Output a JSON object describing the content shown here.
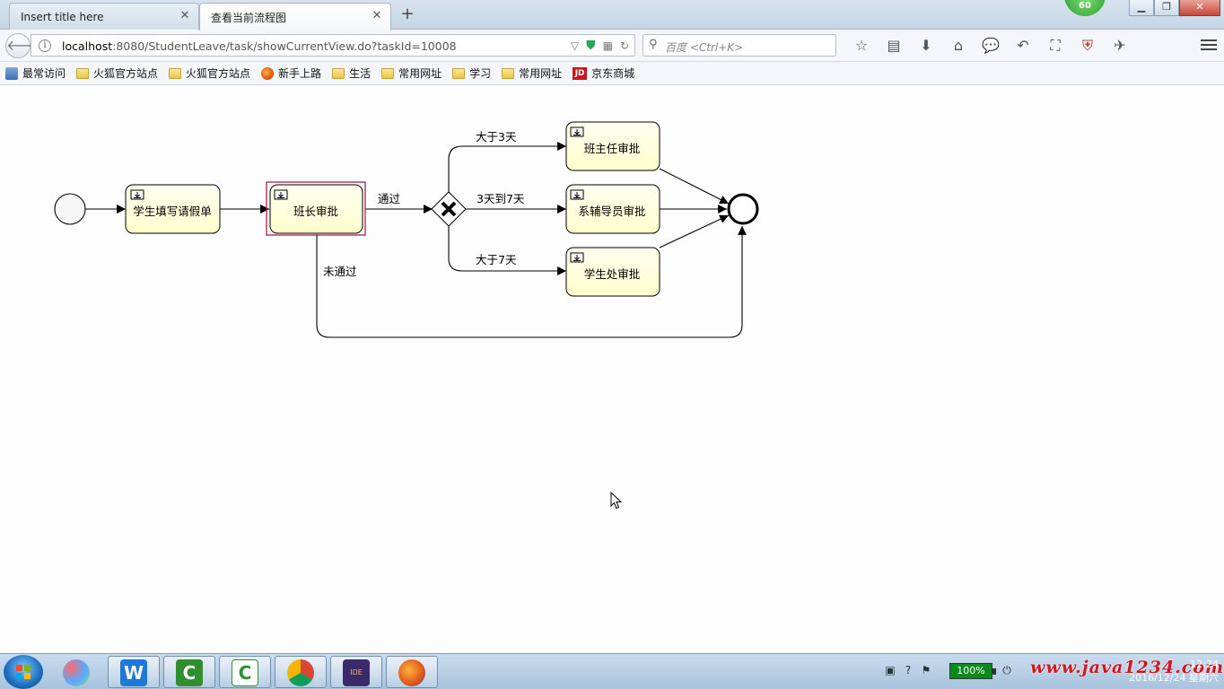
{
  "tabs": [
    {
      "title": "Insert title here",
      "active": false
    },
    {
      "title": "查看当前流程图",
      "active": true
    }
  ],
  "badge": "60",
  "nav": {
    "url_host": "localhost",
    "url_path": ":8080/StudentLeave/task/showCurrentView.do?taskId=10008",
    "search_placeholder": "百度 <Ctrl+K>"
  },
  "bookmarks": [
    {
      "label": "最常访问",
      "icon": "bookmark-star-icon"
    },
    {
      "label": "火狐官方站点",
      "icon": "folder-icon"
    },
    {
      "label": "火狐官方站点",
      "icon": "folder-icon"
    },
    {
      "label": "新手上路",
      "icon": "firefox-icon"
    },
    {
      "label": "生活",
      "icon": "folder-icon"
    },
    {
      "label": "常用网址",
      "icon": "folder-icon"
    },
    {
      "label": "学习",
      "icon": "folder-icon"
    },
    {
      "label": "常用网址",
      "icon": "folder-icon"
    },
    {
      "label": "京东商城",
      "icon": "jd-icon"
    }
  ],
  "diagram": {
    "tasks": {
      "fill_request": "学生填写请假单",
      "monitor_approval": "班长审批",
      "headteacher_approval": "班主任审批",
      "counselor_approval": "系辅导员审批",
      "student_office_approval": "学生处审批"
    },
    "flows": {
      "pass": "通过",
      "not_pass": "未通过",
      "gt3": "大于3天",
      "3to7": "3天到7天",
      "gt7": "大于7天"
    },
    "colors": {
      "task_fill": "#ffffcc",
      "active_highlight": "#b0204a"
    }
  },
  "taskbar": {
    "battery": "100%",
    "watermark": "www.java1234.com",
    "time": "12:24",
    "date": "2016/12/24 星期六"
  }
}
